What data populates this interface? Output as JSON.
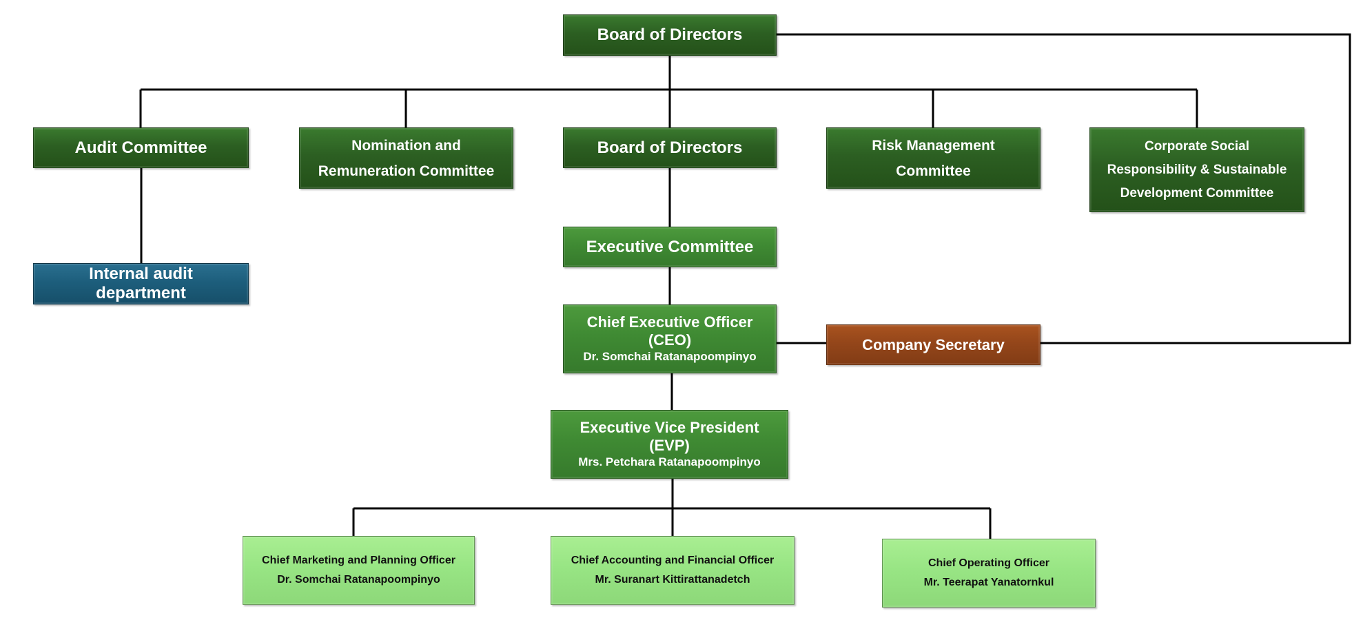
{
  "nodes": {
    "board_top": [
      "Board of Directors"
    ],
    "audit_committee": [
      "Audit Committee"
    ],
    "nomination_committee": [
      "Nomination and",
      "Remuneration Committee"
    ],
    "board_mid": [
      "Board of Directors"
    ],
    "risk_committee": [
      "Risk Management",
      "Committee"
    ],
    "csr_committee": [
      "Corporate Social",
      "Responsibility & Sustainable",
      "Development Committee"
    ],
    "internal_audit": [
      "Internal audit",
      "department"
    ],
    "executive_committee": [
      "Executive Committee"
    ],
    "ceo": [
      "Chief Executive Officer",
      "(CEO)",
      "Dr. Somchai Ratanapoompinyo"
    ],
    "company_secretary": [
      "Company Secretary"
    ],
    "evp": [
      "Executive Vice President",
      "(EVP)",
      "Mrs. Petchara  Ratanapoompinyo"
    ],
    "cmpo": [
      "Chief Marketing and Planning Officer",
      "Dr. Somchai Ratanapoompinyo"
    ],
    "cafo": [
      "Chief Accounting and Financial  Officer",
      "Mr. Suranart Kittirattanadetch"
    ],
    "coo": [
      "Chief Operating Officer",
      "Mr. Teerapat Yanatornkul"
    ]
  },
  "colors": {
    "dark_green": "#2c5f22",
    "mid_green": "#3f8a33",
    "light_green": "#98e584",
    "blue": "#1d5e7c",
    "rust": "#94461a",
    "connector": "#000000"
  }
}
